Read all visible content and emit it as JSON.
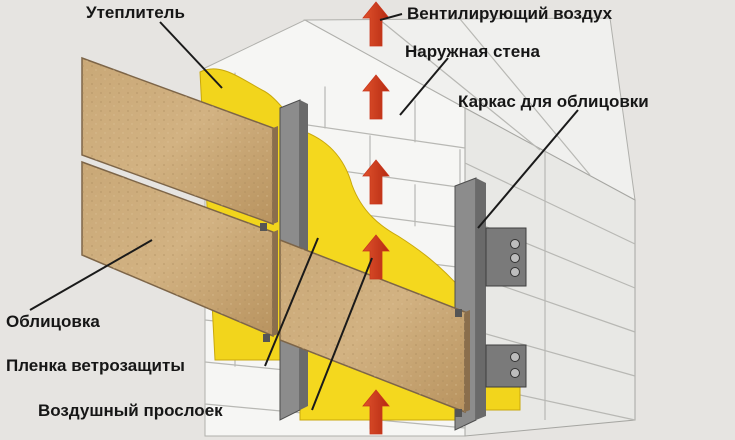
{
  "labels": {
    "insulation": "Утеплитель",
    "ventilating_air": "Вентилирующий воздух",
    "outer_wall": "Наружная стена",
    "cladding_frame": "Каркас для облицовки",
    "cladding": "Облицовка",
    "wind_film": "Пленка ветрозащиты",
    "air_gap": "Воздушный прослоек"
  },
  "colors": {
    "background": "#e6e4e1",
    "brick": "#f6f6f4",
    "brick_side": "#dadad6",
    "mortar": "#b8b8b4",
    "insulation": "#f2d51c",
    "panel": "#c8a574",
    "panel_edge": "#7d6548",
    "frame": "#8c8c8c",
    "frame_dark": "#4e4e4e",
    "arrow": "#c9361c",
    "leader_line": "#1a1a1a",
    "text": "#161616"
  },
  "icons": {
    "air_arrow": "red-up-arrow"
  }
}
